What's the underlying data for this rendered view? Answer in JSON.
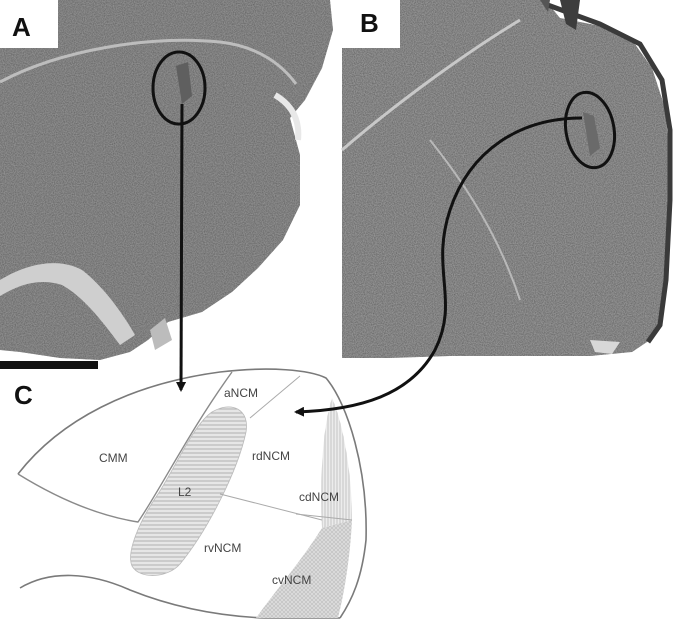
{
  "panels": {
    "a": "A",
    "b": "B",
    "c": "C"
  },
  "regions": {
    "cmm": "CMM",
    "l2": "L2",
    "anc": "aNCM",
    "rdncm": "rdNCM",
    "cdncm": "cdNCM",
    "rvncm": "rvNCM",
    "cvncm": "cvNCM"
  },
  "colors": {
    "tissue": "#8c8c8c",
    "outline": "#333333",
    "arrow": "#111111"
  }
}
